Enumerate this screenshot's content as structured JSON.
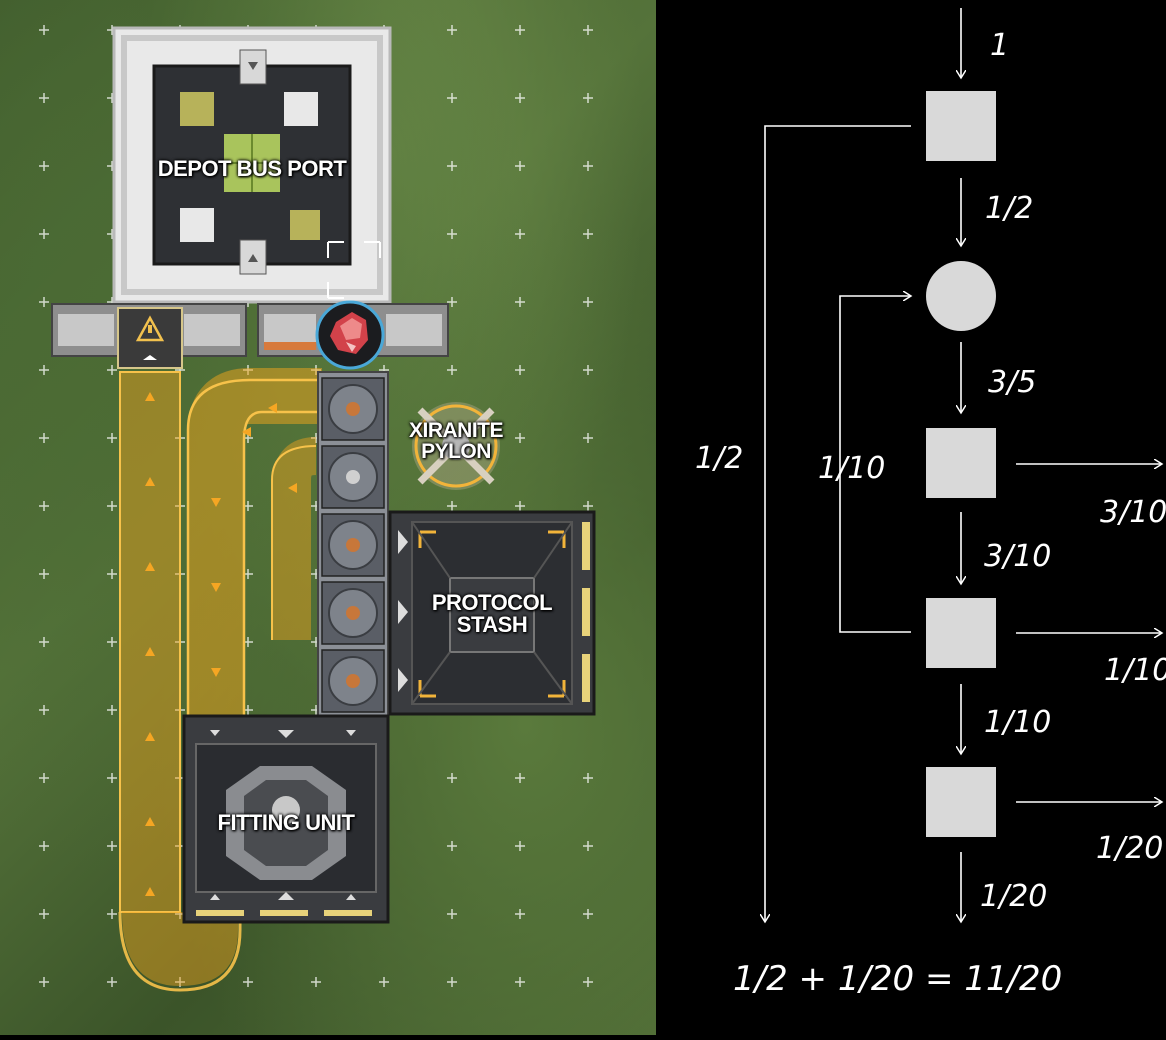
{
  "game": {
    "depot_label": "DEPOT BUS PORT",
    "pylon_label": "XIRANITE PYLON",
    "stash_label": "PROTOCOL STASH",
    "fitting_label": "FITTING UNIT",
    "colors": {
      "belt": "#f2a51c",
      "grass": "#4e6a35",
      "machine": "#2b2d31",
      "frame": "#e4e4e4"
    }
  },
  "diagram": {
    "input": "1",
    "edges": {
      "s1_to_c": "1/2",
      "s1_bypass": "1/2",
      "c_to_s2": "3/5",
      "s3_loop": "1/10",
      "s2_out": "3/10",
      "s2_to_s3": "3/10",
      "s3_out": "1/10",
      "s3_to_s4": "1/10",
      "s4_out": "1/20",
      "s4_to_end": "1/20"
    },
    "equation": "1/2 + 1/20 = 11/20"
  }
}
